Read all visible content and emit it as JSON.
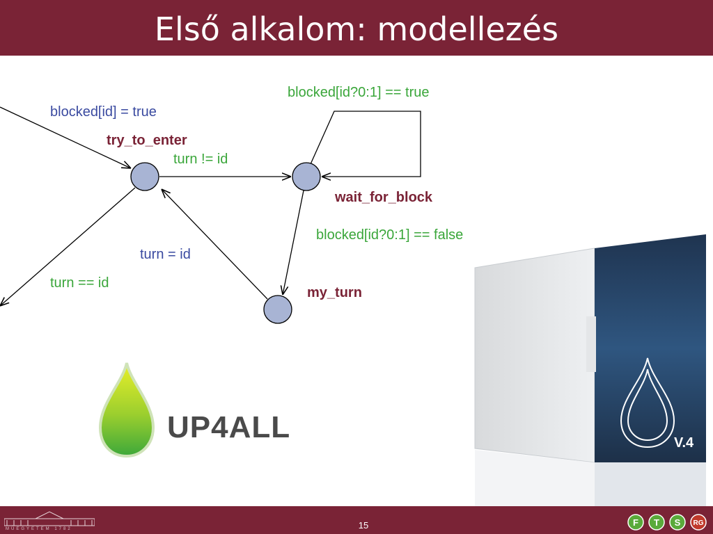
{
  "slide": {
    "title": "Első alkalom: modellezés",
    "page_number": "15"
  },
  "diagram": {
    "states": [
      {
        "id": "s-try",
        "name": "try_to_enter"
      },
      {
        "id": "s-wait",
        "name": "wait_for_block"
      },
      {
        "id": "s-my",
        "name": "my_turn"
      }
    ],
    "labels": {
      "incoming_update": "blocked[id] = true",
      "try_to_wait_guard": "turn != id",
      "wait_self_guard": "blocked[id?0:1] == true",
      "wait_to_my_guard": "blocked[id?0:1] == false",
      "my_to_try_update": "turn = id",
      "try_out_guard": "turn == id"
    },
    "colors": {
      "guard": "#3aa63a",
      "update": "#3a4aa0",
      "state_name": "#7a2336",
      "node_fill": "#a8b4d4"
    }
  },
  "logos": {
    "up4all": "UP4ALL",
    "product_version": "V.4",
    "bme_caption": "MŰEGYETEM 1782",
    "ftsrg_letters": [
      "F",
      "T",
      "S",
      "RG"
    ]
  },
  "theme": {
    "bar_color": "#7a2336"
  }
}
